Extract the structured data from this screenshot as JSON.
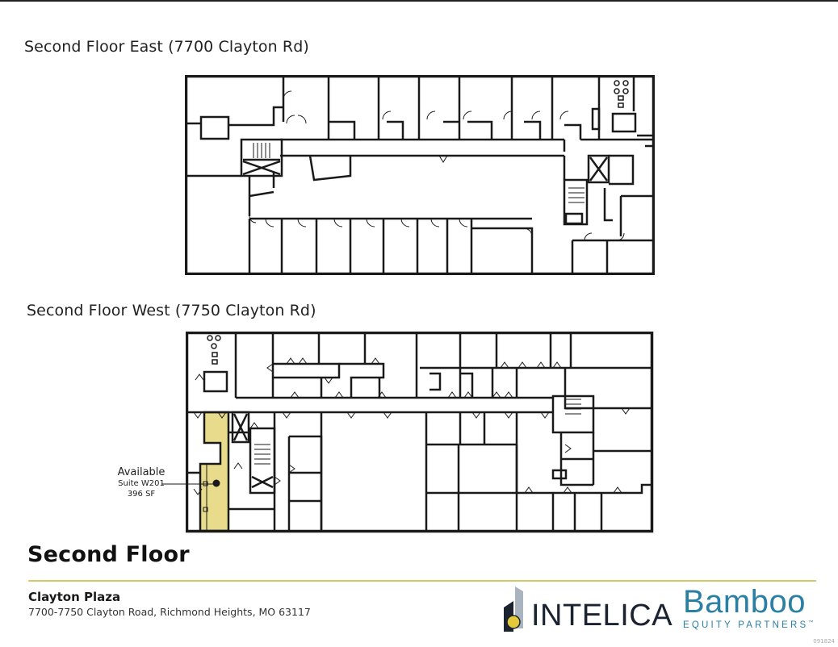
{
  "document": {
    "floor_heading": "Second Floor",
    "colors": {
      "accent_rule": "#d8c86a",
      "available_highlight": "#e8dc8c",
      "wall": "#1a1a1a"
    }
  },
  "plans": {
    "east": {
      "title": "Second Floor East (7700 Clayton Rd)"
    },
    "west": {
      "title": "Second Floor West (7750 Clayton Rd)"
    }
  },
  "callout": {
    "status": "Available",
    "suite": "Suite W201",
    "size": "396  SF"
  },
  "footer": {
    "property_name": "Clayton Plaza",
    "address": "7700-7750 Clayton Road, Richmond Heights, MO 63117",
    "logo_intelica": "INTELICA",
    "logo_bamboo_word": "Bamboo",
    "logo_bamboo_sub": "EQUITY PARTNERS",
    "logo_bamboo_tm": "™",
    "doc_id": "091824"
  }
}
